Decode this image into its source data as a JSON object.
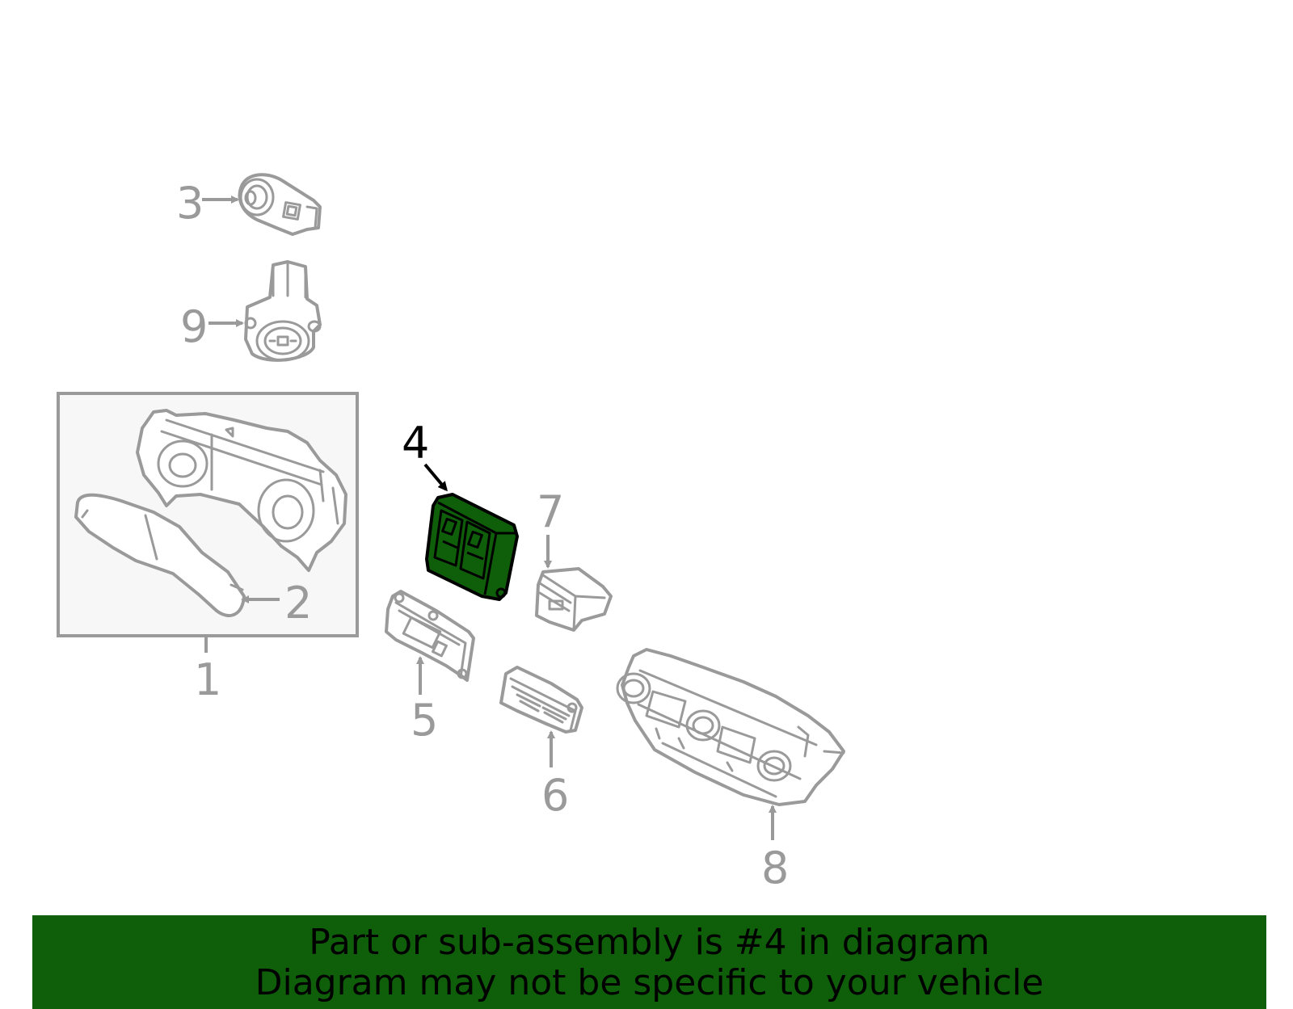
{
  "callouts": {
    "c1": "1",
    "c2": "2",
    "c3": "3",
    "c4": "4",
    "c5": "5",
    "c6": "6",
    "c7": "7",
    "c8": "8",
    "c9": "9"
  },
  "highlighted_part": "4",
  "colors": {
    "highlight": "#0f5f0a",
    "line": "#9a9a9a",
    "text": "#000000"
  },
  "banner": {
    "line1": "Part or sub-assembly is #4 in diagram",
    "line2": "Diagram may not be specific to your vehicle"
  }
}
